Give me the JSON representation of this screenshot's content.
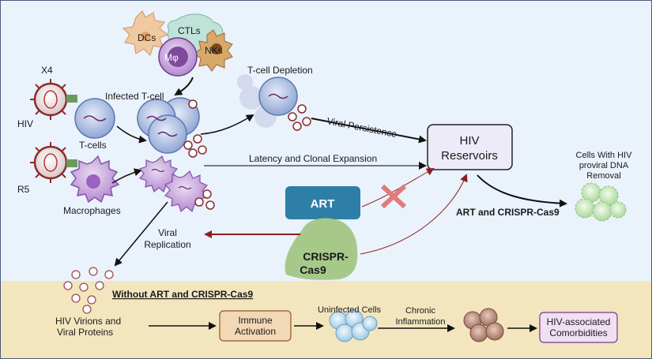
{
  "cells": {
    "dcs": "DCs",
    "ctls": "CTLs",
    "mphi": "Mφ",
    "nks": "NKs",
    "x4": "X4",
    "hiv": "HIV",
    "r5": "R5",
    "t_cells": "T-cells",
    "macrophages": "Macrophages",
    "infected_t_cell": "Infected T-cell",
    "t_cell_depletion": "T-cell Depletion"
  },
  "arrows": {
    "viral_persistence": "Viral Persistence",
    "latency": "Latency and Clonal Expansion",
    "viral_replication_1": "Viral",
    "viral_replication_2": "Replication",
    "art_crispr": "ART and CRISPR-Cas9"
  },
  "reservoir": {
    "line1": "HIV",
    "line2": "Reservoirs"
  },
  "art": "ART",
  "crispr": {
    "line1": "CRISPR-",
    "line2": "Cas9"
  },
  "removal": {
    "line1": "Cells With HIV",
    "line2": "proviral DNA",
    "line3": "Removal"
  },
  "bottom": {
    "heading": "Without ART and CRISPR-Cas9",
    "virions_1": "HIV Virions and",
    "virions_2": "Viral Proteins",
    "immune_1": "Immune",
    "immune_2": "Activation",
    "uninfected": "Uninfected Cells",
    "chronic_1": "Chronic",
    "chronic_2": "Inflammation",
    "comorb_1": "HIV-associated",
    "comorb_2": "Comorbidities"
  },
  "colors": {
    "top_bg": "#eaf2fb",
    "bottom_bg": "#f3e6be",
    "art_box": "#2d7fa6",
    "crispr_blob": "#a6c98a",
    "reservoir_box": "#ecebf7",
    "inhibit_x": "#e07b7b",
    "red_arrow": "#8e1f1f"
  }
}
